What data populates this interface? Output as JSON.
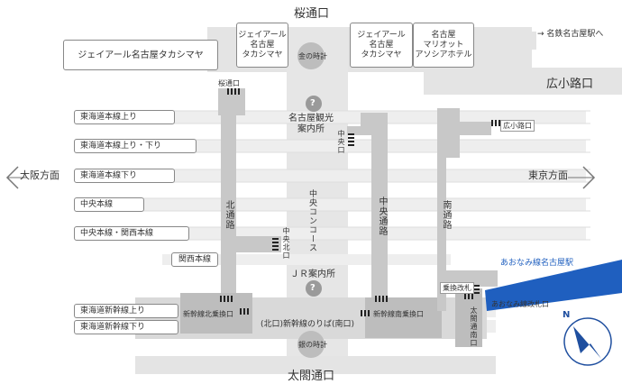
{
  "gates": {
    "sakura": "桜通口",
    "taiko": "太閤通口",
    "hirokoji": "広小路口"
  },
  "directions": {
    "osaka": "大阪方面",
    "tokyo": "東京方面",
    "meitetsu": "→ 名鉄名古屋駅へ"
  },
  "buildings": {
    "takashimaya_wide": "ジェイアール名古屋タカシマヤ",
    "takashimaya_small": "ジェイアール\n名古屋\nタカシマヤ",
    "takashimaya_right": "ジェイアール\n名古屋\nタカシマヤ",
    "marriott": "名古屋\nマリオット\nアソシアホテル"
  },
  "landmarks": {
    "gold_clock": "金の時計",
    "silver_clock": "銀の時計",
    "tourist_info": "名古屋観光\n案内所",
    "jr_info": "ＪＲ案内所",
    "info_icon": "?"
  },
  "platforms": [
    "東海道本線上り",
    "東海道本線上り・下り",
    "東海道本線下り",
    "中央本線",
    "中央本線・関西本線",
    "関西本線",
    "東海道新幹線上り",
    "東海道新幹線下り"
  ],
  "passages": {
    "north": "北通路",
    "central": "中央通路",
    "south": "南通路",
    "concourse": "中央コンコース"
  },
  "exits": {
    "sakura_gate": "桜通口",
    "central_north": "中央北口",
    "central": "中央口",
    "hirokoji_gate": "広小路口",
    "shinkansen_north": "新幹線北乗換口",
    "shinkansen_platform": "(北口)新幹線のりば(南口)",
    "shinkansen_south": "新幹線南乗換口",
    "taiko_south": "太閤通南口",
    "transfer_gate": "乗換改札",
    "aonami_north": "あおなみ線改札口"
  },
  "aonami": {
    "station": "あおなみ線名古屋駅",
    "color": "#1f5fbf"
  },
  "compass": {
    "label": "N",
    "color": "#1f4f9f"
  },
  "colors": {
    "passage": "#c8c8c8",
    "passage_dark": "#b4b4b4",
    "concourse": "#e6e6e6",
    "text": "#333333"
  }
}
